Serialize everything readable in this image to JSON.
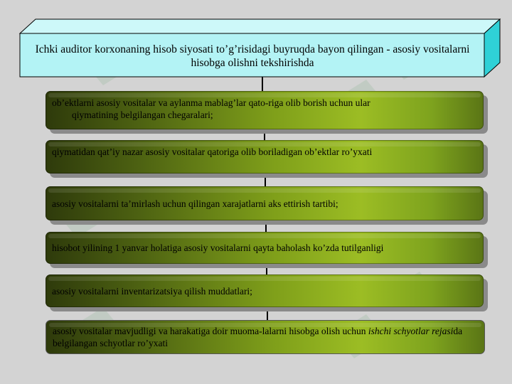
{
  "header": {
    "title": "Ichki auditor korxonaning hisob siyosati to’g’risidagi buyruqda bayon qilingan - asosiy vositalarni hisobga olishni tekshirishda"
  },
  "items": [
    {
      "line1": "ob’ektlarni asosiy vositalar va aylanma mablag’lar qato-riga olib borish uchun ular",
      "line2": "qiymatining belgilangan chegaralari;"
    },
    {
      "text": "qiymatidan qat’iy nazar asosiy vositalar qatoriga olib boriladigan ob’ektlar ro’yxati"
    },
    {
      "text": "asosiy vositalarni ta’mirlash uchun qilingan xarajatlarni aks ettirish tartibi;"
    },
    {
      "text": "hisobot yilining 1 yanvar holatiga asosiy vositalarni qayta baholash ko’zda tutilganligi"
    },
    {
      "text": "asosiy vositalarni inventarizatsiya qilish muddatlari;"
    },
    {
      "part1": "asosiy vositalar mavjudligi va harakatiga doir muoma-lalarni hisobga olish uchun ",
      "part2_italic": "ishchi schyotlar rejasi",
      "part3": "da belgilangan schyotlar ro’yxati"
    }
  ],
  "colors": {
    "header_face": "#b3f3f5",
    "header_top": "#cdf8f9",
    "header_side": "#2fd1d7",
    "bar_dark": "#2e3a0b",
    "bar_light": "#9cbd24"
  }
}
